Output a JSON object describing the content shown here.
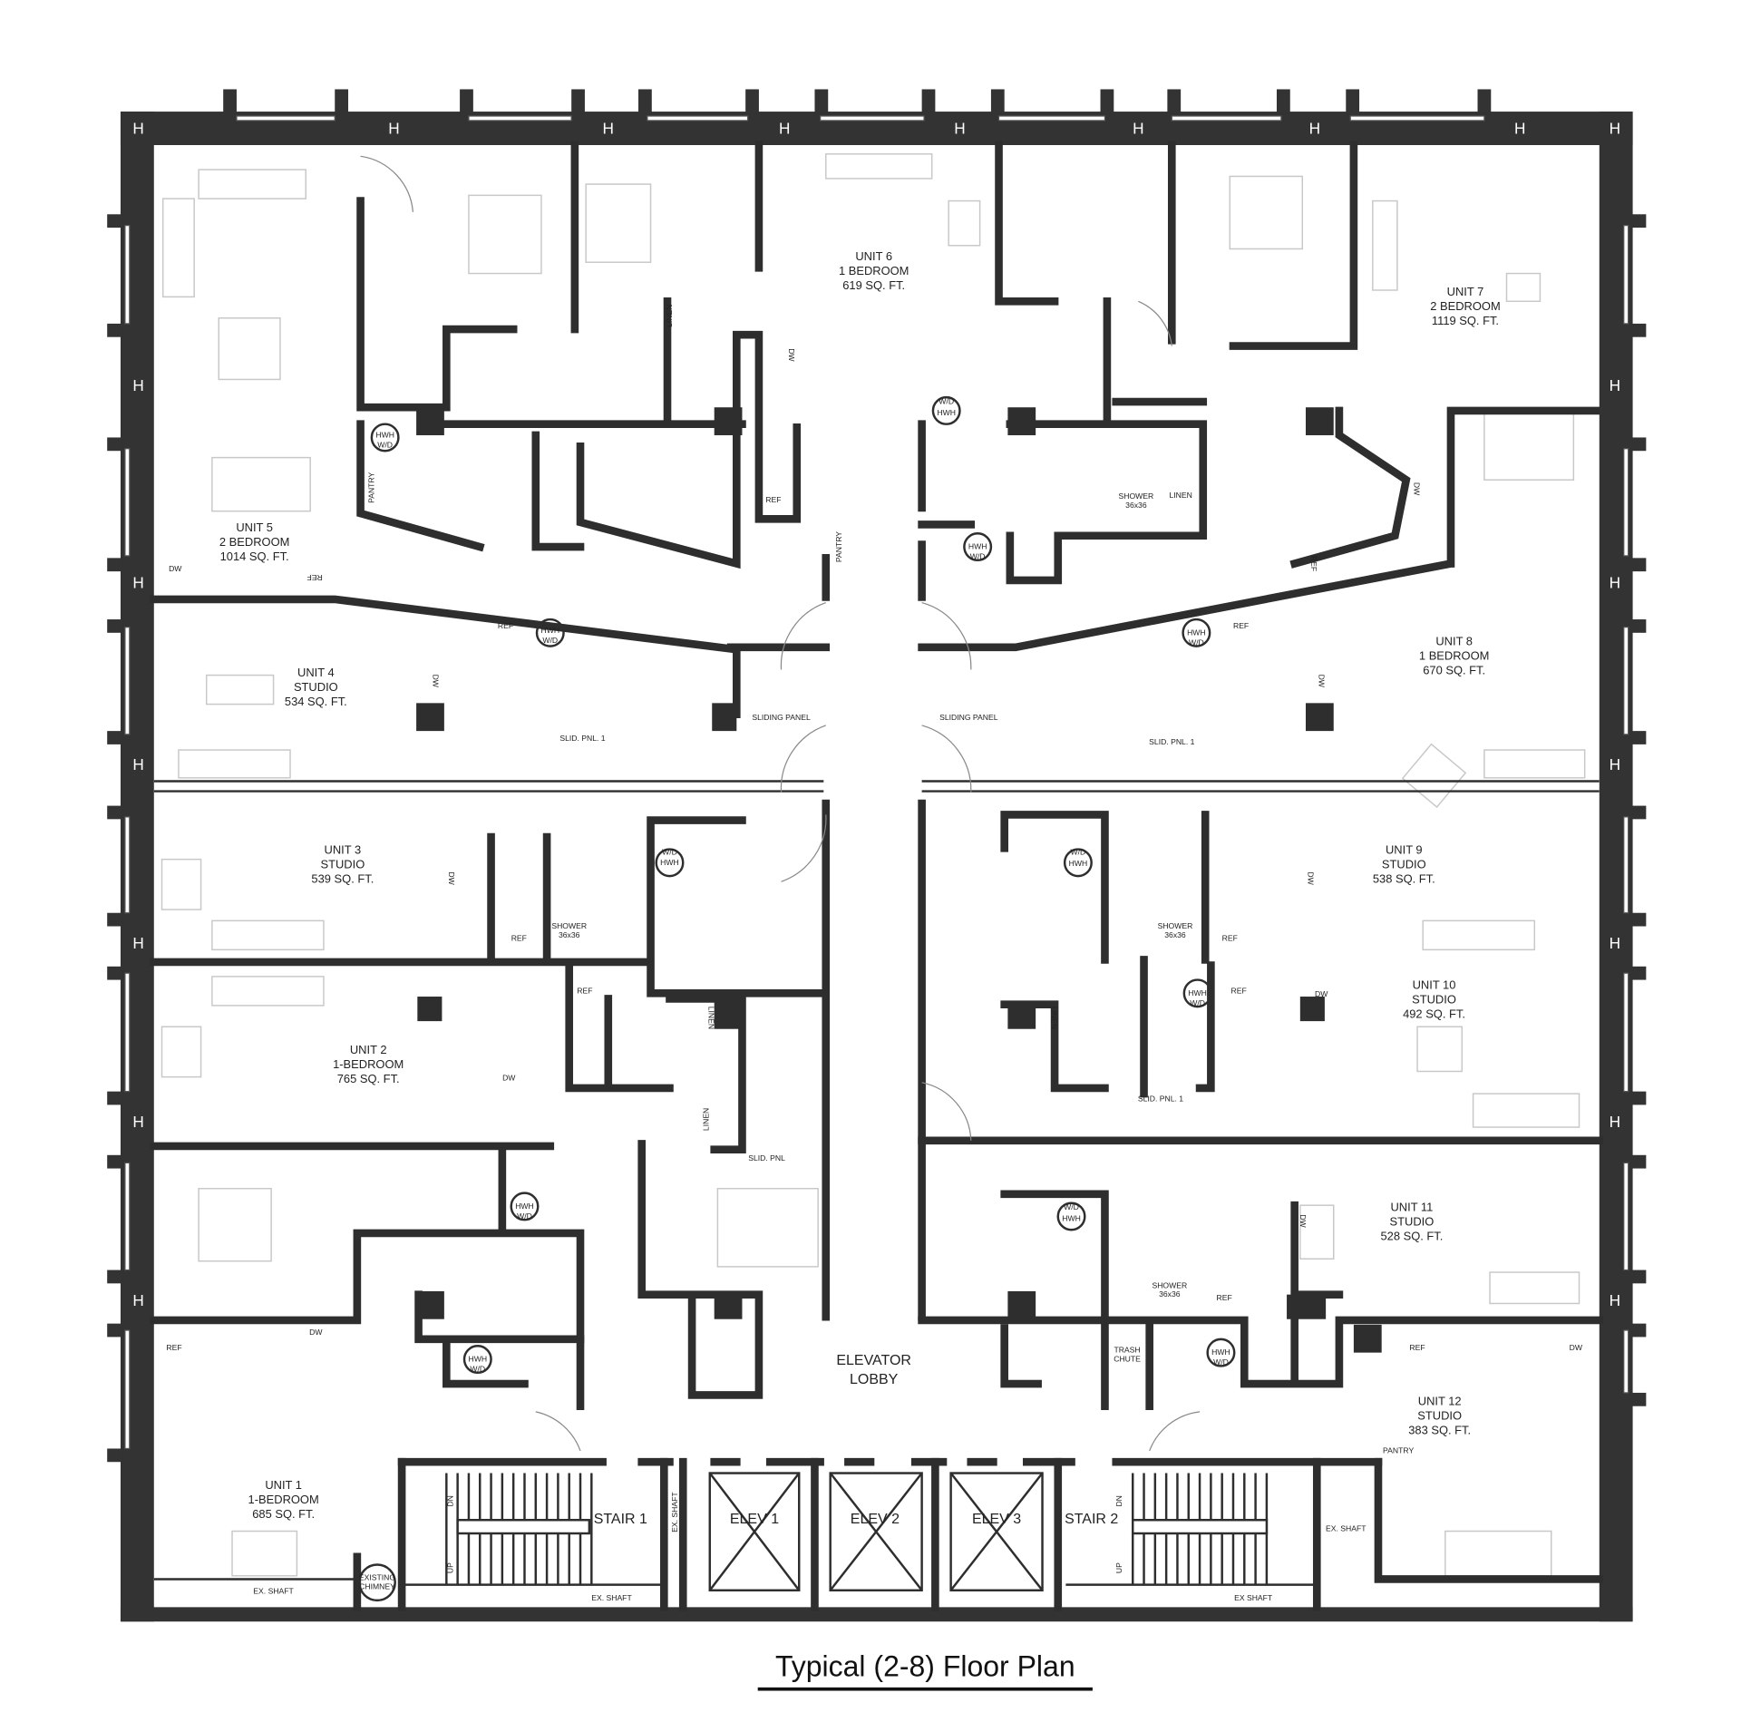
{
  "title": "Typical (2-8) Floor Plan",
  "units": [
    {
      "name": "UNIT 1",
      "type": "1-BEDROOM",
      "area": "685 SQ. FT."
    },
    {
      "name": "UNIT 2",
      "type": "1-BEDROOM",
      "area": "765 SQ. FT."
    },
    {
      "name": "UNIT 3",
      "type": "STUDIO",
      "area": "539 SQ. FT."
    },
    {
      "name": "UNIT 4",
      "type": "STUDIO",
      "area": "534 SQ. FT."
    },
    {
      "name": "UNIT 5",
      "type": "2 BEDROOM",
      "area": "1014 SQ. FT."
    },
    {
      "name": "UNIT 6",
      "type": "1 BEDROOM",
      "area": "619 SQ. FT."
    },
    {
      "name": "UNIT 7",
      "type": "2 BEDROOM",
      "area": "1119 SQ. FT."
    },
    {
      "name": "UNIT 8",
      "type": "1 BEDROOM",
      "area": "670 SQ. FT."
    },
    {
      "name": "UNIT 9",
      "type": "STUDIO",
      "area": "538 SQ. FT."
    },
    {
      "name": "UNIT 10",
      "type": "STUDIO",
      "area": "492 SQ. FT."
    },
    {
      "name": "UNIT 11",
      "type": "STUDIO",
      "area": "528 SQ. FT."
    },
    {
      "name": "UNIT 12",
      "type": "STUDIO",
      "area": "383 SQ. FT."
    }
  ],
  "core": {
    "lobby_line1": "ELEVATOR",
    "lobby_line2": "LOBBY",
    "stair1": "STAIR 1",
    "stair2": "STAIR 2",
    "elev1": "ELEV 1",
    "elev2": "ELEV 2",
    "elev3": "ELEV 3",
    "ex_shaft": "EX. SHAFT",
    "ex_shaft_alt": "EX SHAFT",
    "chimney_line1": "EXISTING",
    "chimney_line2": "CHIMNEY",
    "pantry": "PANTRY",
    "trash_line1": "TRASH",
    "trash_line2": "CHUTE",
    "dn": "DN",
    "up": "UP"
  },
  "fixtures": {
    "hwh": "HWH",
    "wd": "W/D",
    "ref": "REF",
    "dw": "DW",
    "pantry": "PANTRY",
    "linen": "LINEN",
    "shower": "SHOWER",
    "shower_size": "36x36",
    "sliding_panel": "SLIDING PANEL",
    "slid_pnl_1": "SLID. PNL. 1",
    "slid_pnl": "SLID. PNL"
  }
}
